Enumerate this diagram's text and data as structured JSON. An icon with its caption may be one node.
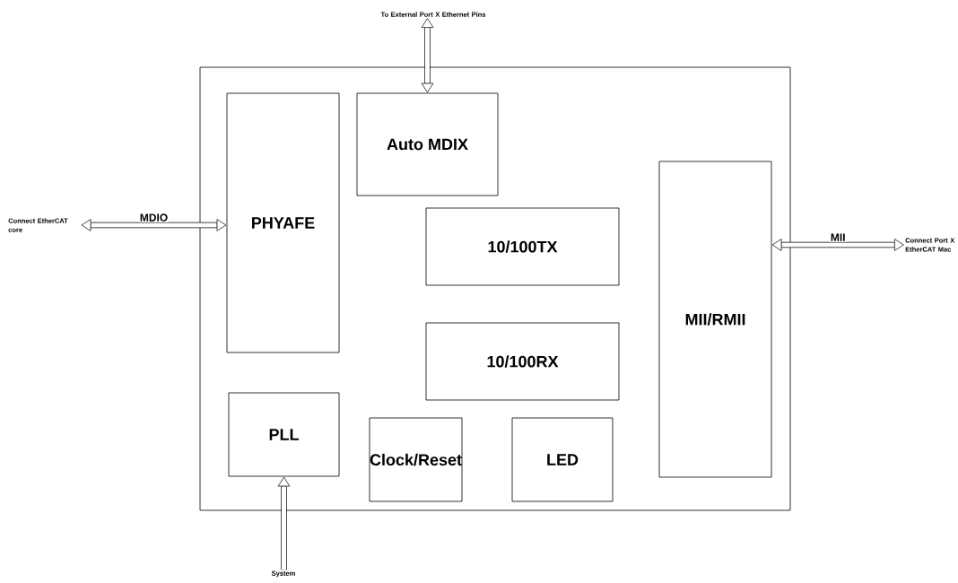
{
  "diagram": {
    "nodes": [
      {
        "text": [],
        "shape": "box"
      },
      {
        "text": [
          "PHYAFE"
        ],
        "in": 0
      },
      {
        "text": [
          "Auto MDIX"
        ],
        "in": 0
      },
      {
        "text": [
          "10/100TX"
        ],
        "in": 0
      },
      {
        "text": [
          "10/100RX"
        ],
        "in": 0
      },
      {
        "text": [
          "MII/RMII"
        ],
        "in": 0
      },
      {
        "text": [
          "PLL"
        ],
        "in": 0
      },
      {
        "text": [
          "Clock/Reset"
        ],
        "in": 0
      },
      {
        "text": [
          "LED"
        ],
        "in": 0
      },
      {
        "text": [
          "To External Port X Ethernet Pins"
        ]
      },
      {
        "text": [
          "Connect EtherCAT core"
        ]
      },
      {
        "text": [
          "Connect Port X EtherCAT Mac"
        ]
      },
      {
        "text": [
          "System"
        ]
      }
    ],
    "edges": [
      {
        "from": 9,
        "to": 2,
        "arrow": "both"
      },
      {
        "from": 10,
        "to": 1,
        "arrow": "both",
        "label": "MDIO"
      },
      {
        "from": 5,
        "to": 11,
        "arrow": "both",
        "label": "MII"
      },
      {
        "from": 12,
        "to": 6,
        "arrow": "to"
      }
    ]
  }
}
